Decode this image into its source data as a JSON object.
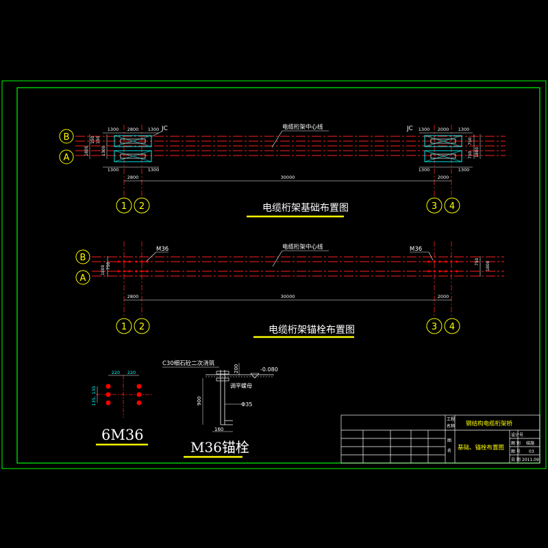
{
  "colors": {
    "background": "#000000",
    "frame": "#00ff00",
    "axis_red": "#ff2020",
    "dimension": "#00ffff",
    "text": "#ffffff",
    "label_yellow": "#ffff00",
    "member": "#ff0000"
  },
  "plan1": {
    "title": "电缆桁架基础布置图",
    "center_line_label": "电缆桁架中心线",
    "pad_label_left": "JC",
    "pad_label_right": "JC",
    "dims_top_left": [
      "1300",
      "2800",
      "1300"
    ],
    "dims_top_right": [
      "1300",
      "2000",
      "1300"
    ],
    "dims_bottom_left": [
      "1300",
      "1300"
    ],
    "dims_bottom_right": [
      "1300",
      "1300"
    ],
    "dim_span_left": "2800",
    "dim_span_mid": "30000",
    "dim_span_right": "2000",
    "side_dims_left": [
      "1800",
      "150",
      "150",
      "1300"
    ],
    "side_dims_right": [
      "750",
      "750",
      "1800"
    ]
  },
  "plan2": {
    "title": "电缆桁架锚栓布置图",
    "center_line_label": "电缆桁架中心线",
    "bolt_label_left": "M36",
    "bolt_label_right": "M36",
    "dim_span_left": "2800",
    "dim_span_mid": "30000",
    "dim_span_right": "2000",
    "side_dims_left": [
      "1800",
      "750"
    ],
    "side_dims_right": [
      "750",
      "1800"
    ]
  },
  "axes": {
    "row_b": "B",
    "row_a": "A",
    "col_1": "1",
    "col_2": "2",
    "col_3": "3",
    "col_4": "4"
  },
  "detail_bolts": {
    "title": "6M36",
    "dim_top_1": "220",
    "dim_top_2": "220",
    "dim_side": "135, 135"
  },
  "detail_anchor": {
    "title": "M36锚栓",
    "grout_label": "C30细石砼二次浇筑",
    "elev_label": "-0.080",
    "washer_label": "调平螺母",
    "bar_label": "Φ35",
    "dim_depth": "900",
    "dim_base": "160",
    "dim_top": "200"
  },
  "title_block": {
    "project_label_1": "工程",
    "project_label_2": "名称",
    "project_name": "钢结构电缆桁架桥",
    "drawing_label_1": "图",
    "drawing_label_2": "名",
    "drawing_name": "基础、锚栓布置图",
    "design_no_label": "设计号",
    "drawing_no_label": "图 别",
    "drawing_no_value": "结施",
    "sheet_label": "图 号",
    "sheet_value": "03",
    "date_label": "日 期",
    "date_value": "2011.09"
  }
}
